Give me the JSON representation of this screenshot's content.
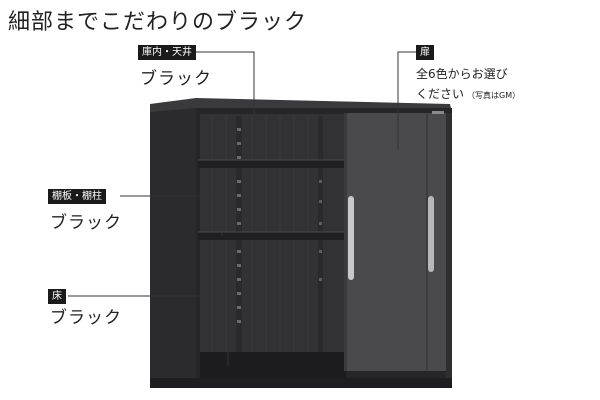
{
  "title": "細部までこだわりのブラック",
  "callouts": {
    "interior_ceiling": {
      "tag": "庫内・天井",
      "label": "ブラック"
    },
    "shelf_column": {
      "tag": "棚板・棚柱",
      "label": "ブラック"
    },
    "floor": {
      "tag": "床",
      "label": "ブラック"
    },
    "door": {
      "tag": "扉",
      "line1": "全6色からお選び",
      "line2": "ください",
      "note": "（写真はGM）"
    }
  },
  "colors": {
    "cabinet_body": "#2b2b2d",
    "cabinet_interior": "#2f2f31",
    "door": "#4a4a4c",
    "handle": "#c8c8c8",
    "tag_background": "#1a1a1a",
    "leader_line": "#333333"
  }
}
